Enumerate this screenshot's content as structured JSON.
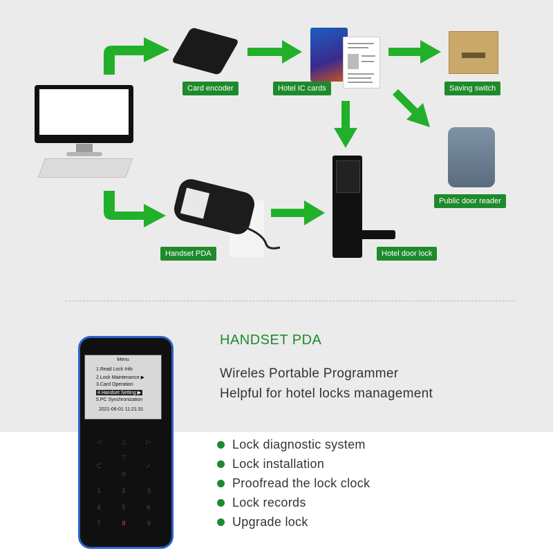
{
  "diagram": {
    "nodes": [
      {
        "id": "computer",
        "label": ""
      },
      {
        "id": "card_encoder",
        "label": "Card encoder"
      },
      {
        "id": "hotel_ic_cards",
        "label": "Hotel IC cards"
      },
      {
        "id": "saving_switch",
        "label": "Saving switch"
      },
      {
        "id": "public_door_reader",
        "label": "Public door reader"
      },
      {
        "id": "handset_pda",
        "label": "Handset PDA"
      },
      {
        "id": "hotel_door_lock",
        "label": "Hotel door lock"
      }
    ],
    "edges": [
      {
        "from": "computer",
        "to": "card_encoder"
      },
      {
        "from": "card_encoder",
        "to": "hotel_ic_cards"
      },
      {
        "from": "hotel_ic_cards",
        "to": "saving_switch"
      },
      {
        "from": "hotel_ic_cards",
        "to": "public_door_reader"
      },
      {
        "from": "hotel_ic_cards",
        "to": "hotel_door_lock"
      },
      {
        "from": "computer",
        "to": "handset_pda"
      },
      {
        "from": "handset_pda",
        "to": "hotel_door_lock"
      }
    ]
  },
  "labels": {
    "card_encoder": "Card encoder",
    "hotel_ic_cards": "Hotel IC cards",
    "saving_switch": "Saving switch",
    "public_door_reader": "Public door reader",
    "handset_pda": "Handset PDA",
    "hotel_door_lock": "Hotel door lock"
  },
  "product": {
    "title": "HANDSET PDA",
    "subtitle_lines": [
      "Wireles Portable Programmer",
      "Helpful for hotel locks management"
    ],
    "features": [
      "Lock diagnostic system",
      "Lock installation",
      "Proofread the lock clock",
      "Lock records",
      "Upgrade lock"
    ]
  },
  "pda_screen": {
    "title": "Menu",
    "items": [
      "1.Read Lock Info",
      "2.Lock Maintenance",
      "3.Card Operation",
      "4.Handset Setting",
      "5.PC Synchronization"
    ],
    "datetime": "2021-06-01   11:21:31"
  },
  "keypad": {
    "rows": [
      [
        "◁",
        "△",
        "▷"
      ],
      [
        "C",
        "▽",
        "✓"
      ],
      [
        "",
        "0",
        ""
      ],
      [
        "1",
        "2",
        "3"
      ],
      [
        "4",
        "5",
        "6"
      ],
      [
        "7",
        "8",
        "9"
      ]
    ]
  },
  "colors": {
    "accent": "#1f8a2c",
    "arrow": "#22b02a",
    "pda_border": "#2a63c7"
  }
}
